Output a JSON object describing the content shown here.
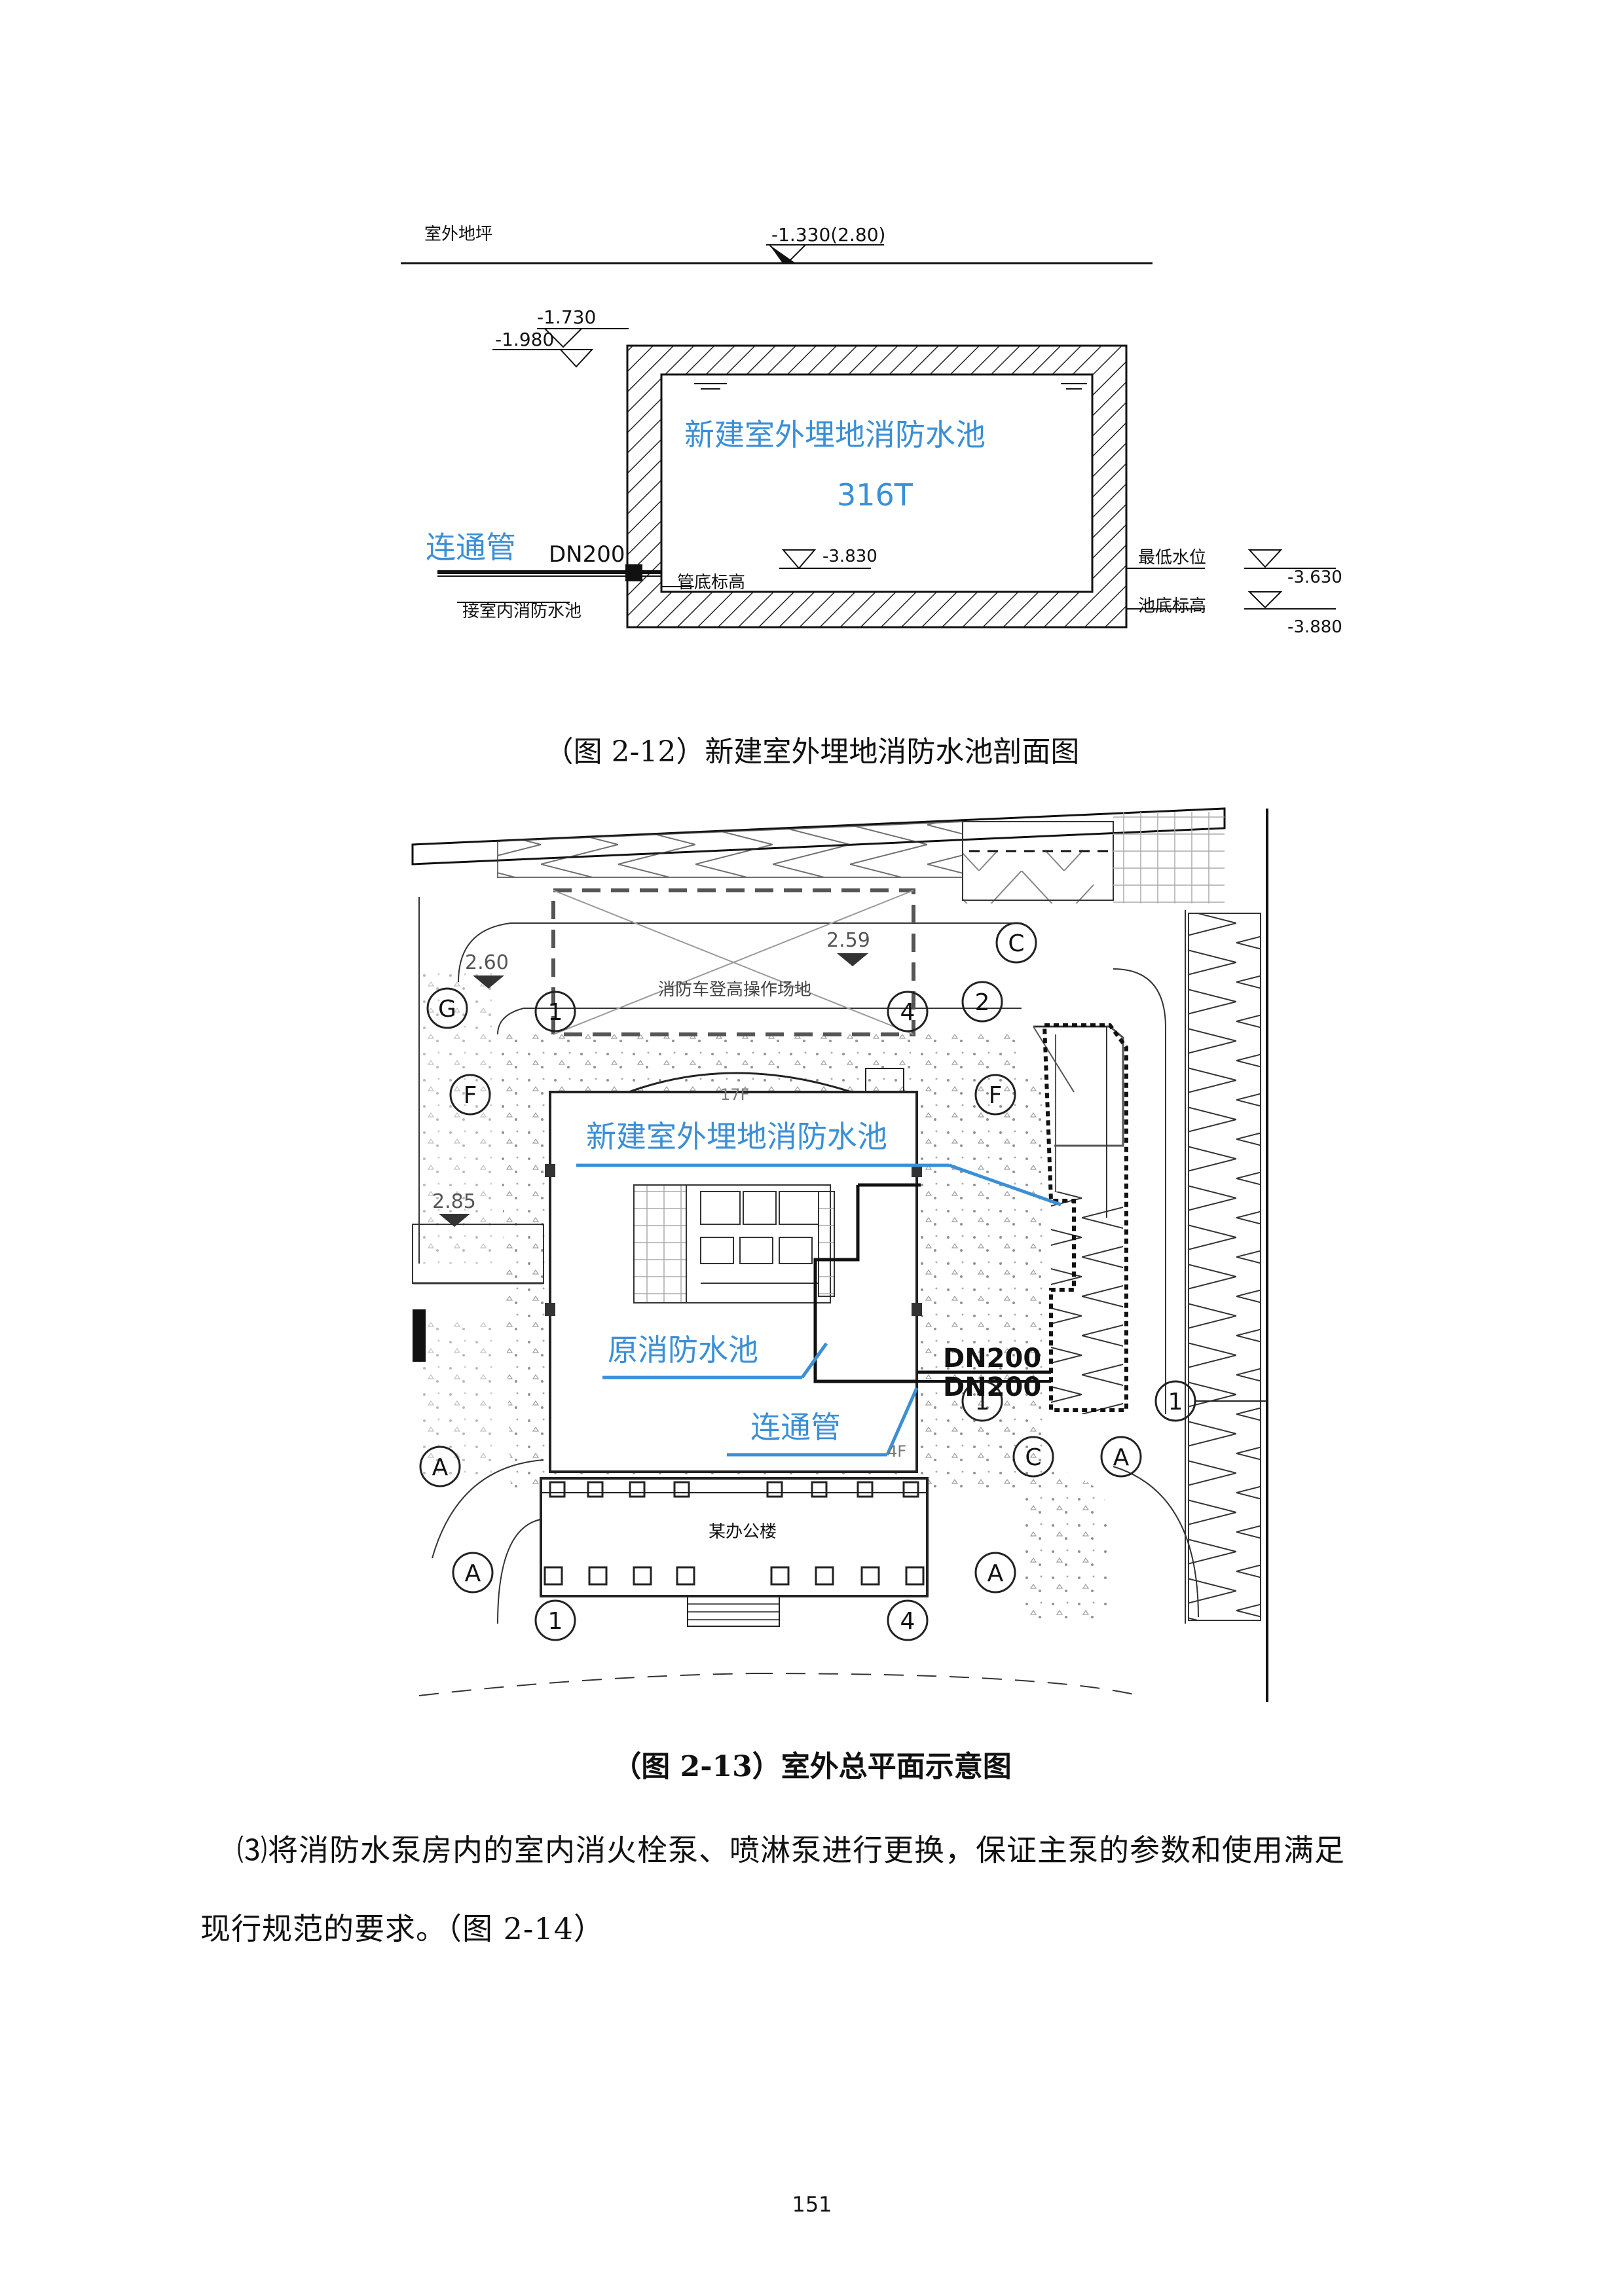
{
  "fig12": {
    "ground_label": "室外地坪",
    "ground_elev": "-1.330(2.80)",
    "top_elev_1": "-1.730",
    "top_elev_2": "-1.980",
    "pool_name": "新建室外埋地消防水池",
    "pool_capacity": "316T",
    "pipe_label": "连通管",
    "pipe_size": "DN200",
    "pipe_bottom_elev": "-3.830",
    "pipe_bottom_label": "管底标高",
    "connect_label": "接室内消防水池",
    "min_level_label": "最低水位",
    "min_level_elev": "-3.630",
    "pool_bottom_label": "池底标高",
    "pool_bottom_elev": "-3.880"
  },
  "caption12": "（图 2-12）新建室外埋地消防水池剖面图",
  "fig13": {
    "elev_259": "2.59",
    "elev_260": "2.60",
    "elev_285": "2.85",
    "site_label": "消防车登高操作场地",
    "floor_17f": "17F",
    "floor_4f": "4F",
    "building_name": "某办公楼",
    "new_pool_label": "新建室外埋地消防水池",
    "old_pool_label": "原消防水池",
    "pipe_label": "连通管",
    "dn_1": "DN200",
    "dn_2": "DN200",
    "axis_c": "C",
    "axis_2": "2",
    "axis_f": "F",
    "axis_g": "G",
    "axis_1": "1",
    "axis_4": "4",
    "axis_a": "A"
  },
  "caption13": "（图 2-13）室外总平面示意图",
  "paragraph": {
    "line1": "⑶将消防水泵房内的室内消火栓泵、喷淋泵进行更换，保证主泵的参数和使用满足",
    "line2": "现行规范的要求。（图 2-14）"
  },
  "page_number": "151",
  "colors": {
    "annotation_blue": "#3b8fd6",
    "line_black": "#111111"
  }
}
